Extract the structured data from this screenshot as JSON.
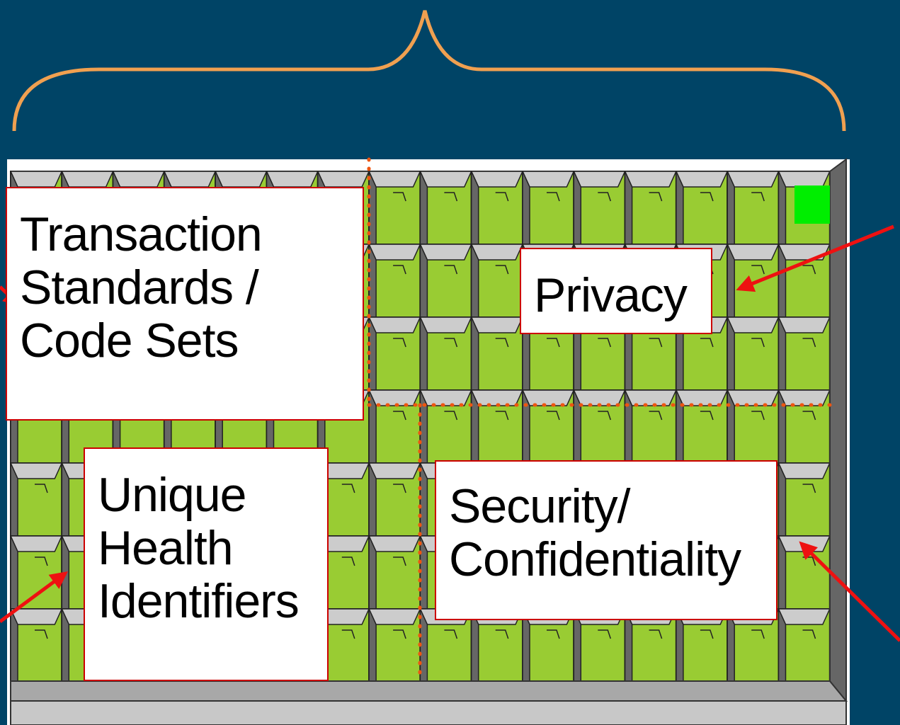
{
  "labels": {
    "transaction": "Transaction\nStandards /\nCode Sets",
    "privacy": "Privacy",
    "unique": "Unique\nHealth\nIdentifiers",
    "security": "Security/\nConfidentiality"
  },
  "colors": {
    "background": "#004466",
    "brace": "#f0a050",
    "cell_green": "#99cc33",
    "cell_gray": "#cccccc",
    "cell_dark": "#666666",
    "dotted_divider": "#ee5511",
    "arrow": "#ee1111",
    "highlight_cell": "#00ee00"
  },
  "grid": {
    "rows": 7,
    "cols": 16
  }
}
